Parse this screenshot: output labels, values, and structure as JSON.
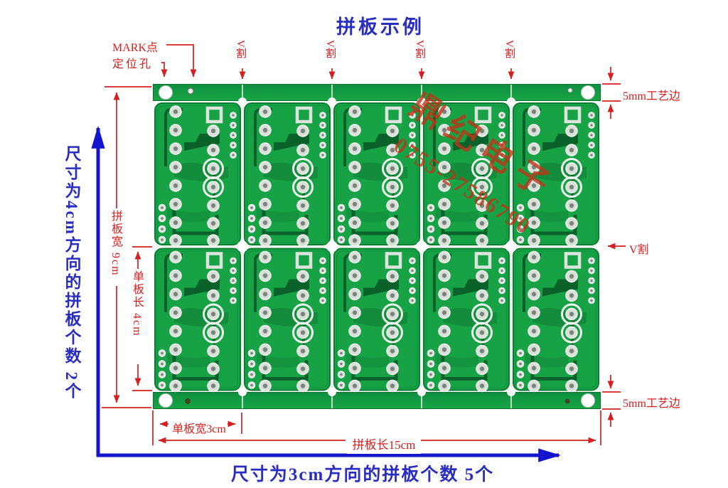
{
  "title": "拼板示例",
  "labels": {
    "mark_point": "MARK点",
    "locating_hole": "定位孔",
    "v_cut": "V割",
    "process_edge": "5mm工艺边",
    "panel_width": "拼板宽 9cm",
    "board_length": "单板长 4cm",
    "board_width": "单板宽3cm",
    "panel_length": "拼板长15cm",
    "axis_y": "尺寸为4cm方向的拼板个数 2个",
    "axis_x": "尺寸为3cm方向的拼板个数 5个"
  },
  "watermark": {
    "company": "鼎纪电子",
    "phone": "0755-27586790"
  },
  "panel": {
    "columns": 5,
    "rows": 2
  },
  "colors": {
    "annotation_red": "#d42020",
    "annotation_blue": "#2a2ec0",
    "pcb_green": "#17a245",
    "trace_dark_green": "#0a622a",
    "watermark_orange": "#bd3418"
  }
}
